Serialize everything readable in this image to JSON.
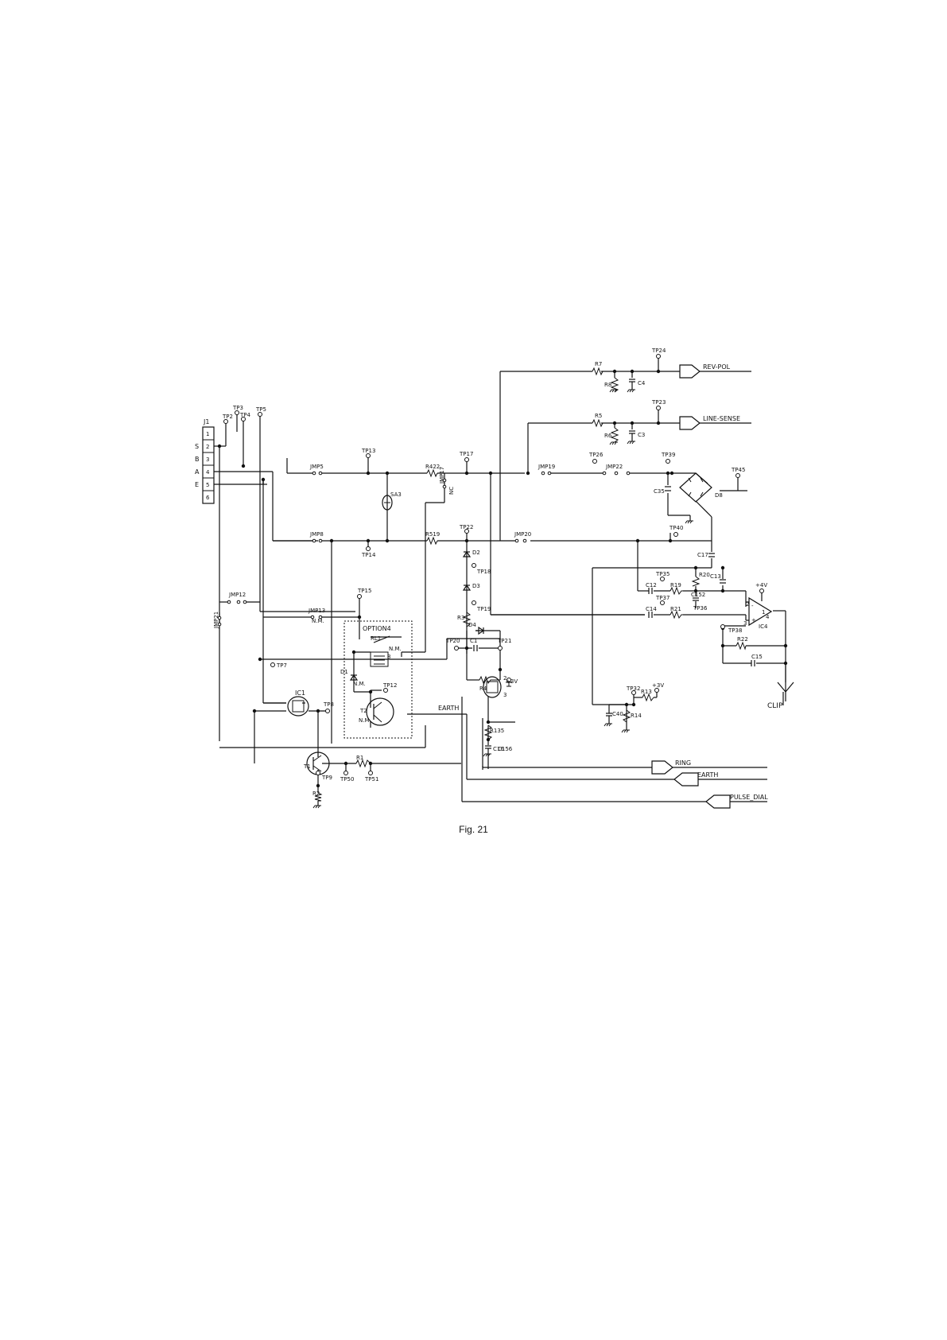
{
  "caption": "Fig. 21",
  "connector": {
    "name": "J1",
    "pins": [
      "1",
      "2",
      "3",
      "4",
      "5",
      "6"
    ],
    "side_labels": [
      "S",
      "B",
      "A",
      "E"
    ]
  },
  "test_points": [
    "TP2",
    "TP3",
    "TP4",
    "TP5",
    "TP7",
    "TP8",
    "TP9",
    "TP12",
    "TP13",
    "TP14",
    "TP15",
    "TP17",
    "TP18",
    "TP19",
    "TP20",
    "TP21",
    "TP22",
    "TP23",
    "TP24",
    "TP26",
    "TP32",
    "TP35",
    "TP36",
    "TP37",
    "TP38",
    "TP39",
    "TP40",
    "TP45",
    "TP50",
    "TP51"
  ],
  "resistors": [
    "R1",
    "R2",
    "R3",
    "R4",
    "R5",
    "R6",
    "R7",
    "R8",
    "R13",
    "R14",
    "R19",
    "R20",
    "R21",
    "R22",
    "R135",
    "R422",
    "R519"
  ],
  "capacitors": [
    "C1",
    "C3",
    "C4",
    "C12",
    "C13",
    "C14",
    "C15",
    "C16",
    "C17",
    "C40",
    "C152",
    "C156"
  ],
  "diodes": [
    "D1",
    "D2",
    "D3",
    "D4",
    "D8"
  ],
  "jumpers": [
    "JMP5",
    "JMP8",
    "JMP12",
    "JMP13",
    "JMP17",
    "JMP19",
    "JMP20",
    "JMP21",
    "JMP22"
  ],
  "other_labels": {
    "jmp17_nc": "NC",
    "nm": "N.M.",
    "option": "OPTION4",
    "relay": "RL1",
    "ic1": "IC1",
    "ic4": "IC4",
    "t1": "T1",
    "t2": "T2",
    "sa3": "SA3",
    "plus3v": "+3V",
    "plus4v": "+4V",
    "earth_inline": "EARTH",
    "pin1": "1",
    "pin2": "2",
    "pin3": "3",
    "pin4": "4",
    "pin5": "5",
    "pin8": "8"
  },
  "ports": {
    "rev_pol": "REV-POL",
    "line_sense": "LINE-SENSE",
    "ring": "RING",
    "earth": "EARTH",
    "pulse_dial": "PULSE_DIAL",
    "clip": "CLIP"
  }
}
